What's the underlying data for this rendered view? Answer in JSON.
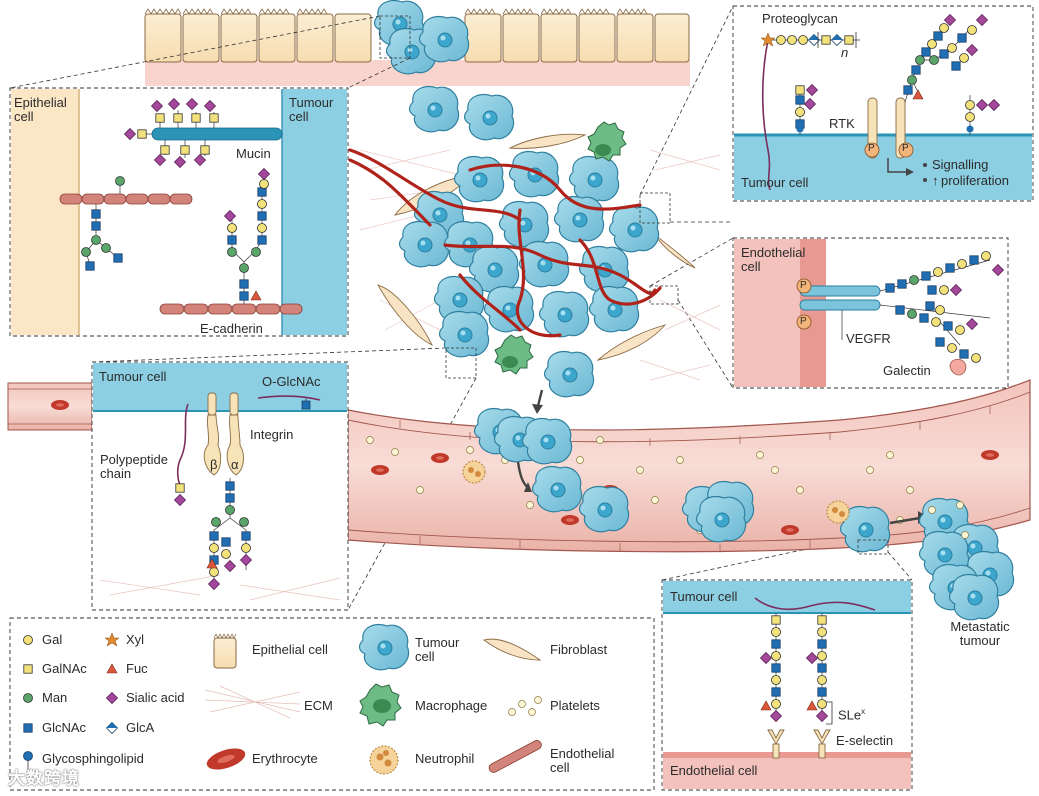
{
  "panels": {
    "top_left": {
      "epithelial_label": "Epithelial cell",
      "tumour_label": "Tumour cell",
      "mucin": "Mucin",
      "ecadherin": "E-cadherin"
    },
    "top_right": {
      "proteoglycan": "Proteoglycan",
      "n": "n",
      "rtk": "RTK",
      "tumour_cell": "Tumour cell",
      "p1": "P",
      "p2": "P",
      "signalling": "Signalling",
      "proliferation": "proliferation"
    },
    "mid_right": {
      "endothelial_label": "Endothelial cell",
      "vegfr": "VEGFR",
      "galectin": "Galectin",
      "p1": "P",
      "p2": "P"
    },
    "mid_left": {
      "tumour_cell": "Tumour cell",
      "oglcnac": "O-GlcNAc",
      "integrin": "Integrin",
      "polypeptide": "Polypeptide chain",
      "beta": "β",
      "alpha": "α"
    },
    "bottom_right": {
      "tumour_cell": "Tumour cell",
      "slex": "SLe",
      "slex_sup": "x",
      "eselectin": "E-selectin",
      "endothelial_cell": "Endothelial cell"
    },
    "metastatic": "Metastatic tumour"
  },
  "legend": {
    "glycans": [
      {
        "name": "Gal",
        "icon": "yellow-circle",
        "color": "#f3e27a"
      },
      {
        "name": "GalNAc",
        "icon": "yellow-square",
        "color": "#f3e27a"
      },
      {
        "name": "Man",
        "icon": "green-circle",
        "color": "#5aa56a"
      },
      {
        "name": "GlcNAc",
        "icon": "blue-square",
        "color": "#1f6fb2"
      },
      {
        "name": "Glycosphingolipid",
        "icon": "blue-circle-stem",
        "color": "#1f6fb2"
      },
      {
        "name": "Xyl",
        "icon": "orange-star",
        "color": "#e08a2c"
      },
      {
        "name": "Fuc",
        "icon": "red-triangle",
        "color": "#d9583b"
      },
      {
        "name": "Sialic acid",
        "icon": "purple-diamond",
        "color": "#a3489b"
      },
      {
        "name": "GlcA",
        "icon": "blue-white-diamond",
        "color": "#1f6fb2"
      }
    ],
    "cells": [
      {
        "name": "Epithelial cell",
        "icon": "epithelial-cell-icon"
      },
      {
        "name": "ECM",
        "icon": "ecm-icon"
      },
      {
        "name": "Erythrocyte",
        "icon": "erythrocyte-icon"
      },
      {
        "name": "Tumour cell",
        "icon": "tumour-cell-icon"
      },
      {
        "name": "Macrophage",
        "icon": "macrophage-icon"
      },
      {
        "name": "Neutrophil",
        "icon": "neutrophil-icon"
      },
      {
        "name": "Fibroblast",
        "icon": "fibroblast-icon"
      },
      {
        "name": "Platelets",
        "icon": "platelets-icon"
      },
      {
        "name": "Endothelial cell",
        "icon": "endothelial-cell-icon"
      }
    ]
  },
  "watermark": "大数跨境",
  "colors": {
    "tumour": "#7fc4dc",
    "tumour_dark": "#3b9fc4",
    "vessel": "#e8a9a0",
    "blood": "#c0392b",
    "teal": "#2a93b6"
  }
}
